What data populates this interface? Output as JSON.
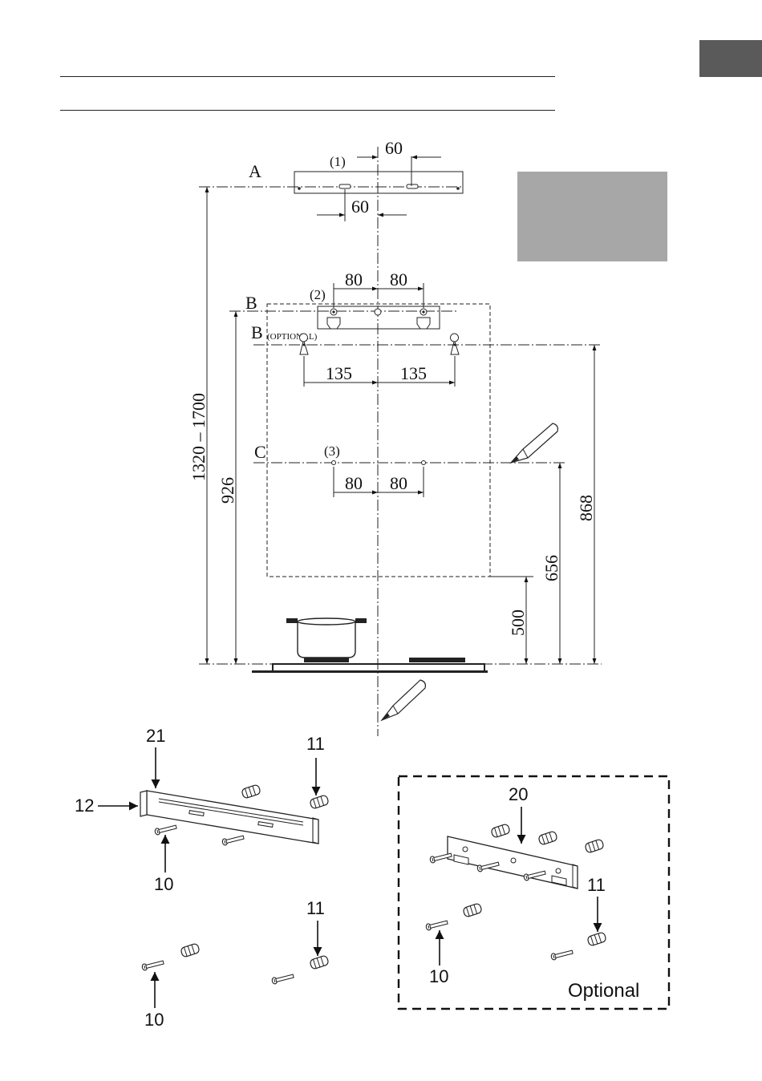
{
  "header": {
    "tab_color": "#5a5a5a",
    "greybox_color": "#a7a7a7"
  },
  "drawing": {
    "levels": {
      "a": "A",
      "b": "B",
      "b_optional": "B",
      "b_optional_note": "(OPTIONAL)",
      "c": "C"
    },
    "holes": {
      "h1": "(1)",
      "h2": "(2)",
      "h3": "(3)"
    },
    "dimensions": {
      "a_top": "60",
      "a_bottom": "60",
      "b_left": "80",
      "b_right": "80",
      "bopt_left": "135",
      "bopt_right": "135",
      "c_left": "80",
      "c_right": "80",
      "height_range": "1320  –  1700",
      "height_b": "926",
      "height_bopt": "868",
      "height_c": "656",
      "height_bottom": "500"
    }
  },
  "parts": {
    "kit1": {
      "bracket": "21",
      "screw_side": "12",
      "plug": "11",
      "screw": "10"
    },
    "kit2": {
      "plug": "11",
      "screw": "10"
    },
    "kit3": {
      "bracket": "20",
      "plug": "11",
      "screw": "10",
      "label": "Optional"
    }
  }
}
